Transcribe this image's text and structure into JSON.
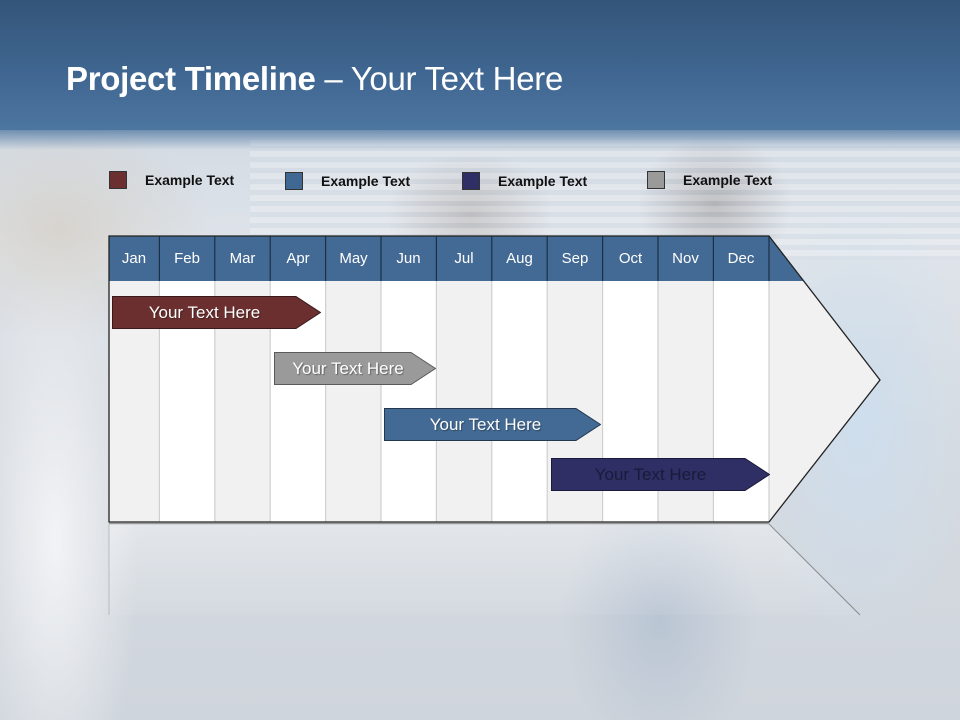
{
  "header": {
    "title_bold": "Project Timeline",
    "title_rest": " – Your Text Here"
  },
  "legend": [
    {
      "label": "Example Text",
      "color": "#6b2f2f"
    },
    {
      "label": "Example Text",
      "color": "#3f6893"
    },
    {
      "label": "Example Text",
      "color": "#2f2f66"
    },
    {
      "label": "Example Text",
      "color": "#9a9a9a"
    }
  ],
  "timeline": {
    "header_color": "#436a94",
    "months": [
      "Jan",
      "Feb",
      "Mar",
      "Apr",
      "May",
      "Jun",
      "Jul",
      "Aug",
      "Sep",
      "Oct",
      "Nov",
      "Dec"
    ],
    "bars": [
      {
        "label": "Your  Text Here",
        "start_month": "Jan",
        "end_month": "Apr",
        "color": "#6b2f2f",
        "text_color": "#ffffff"
      },
      {
        "label": "Your  Text Here",
        "start_month": "Apr",
        "end_month": "Jun",
        "color": "#9a9a9a",
        "text_color": "#ffffff"
      },
      {
        "label": "Your  Text Here",
        "start_month": "Jun",
        "end_month": "Sep",
        "color": "#436a94",
        "text_color": "#ffffff"
      },
      {
        "label": "Your  Text Here",
        "start_month": "Sep",
        "end_month": "Dec",
        "color": "#2f2f66",
        "text_color": "#1a1a3a"
      }
    ]
  }
}
